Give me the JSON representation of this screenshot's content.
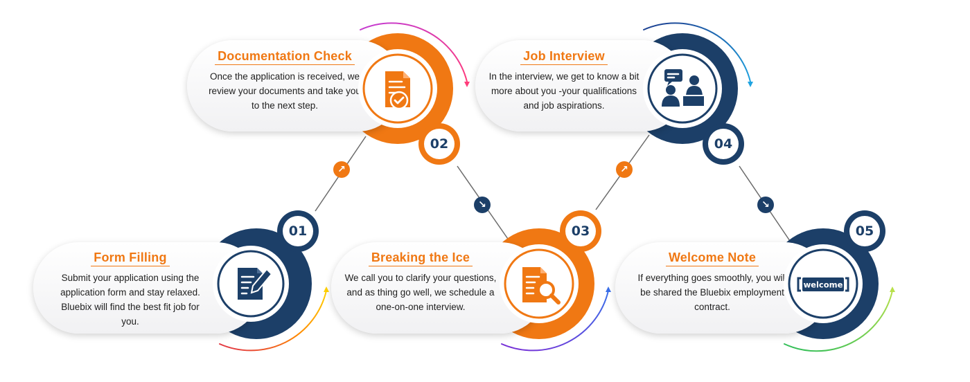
{
  "colors": {
    "orange": "#f07813",
    "navy": "#1c3f68"
  },
  "steps": [
    {
      "number": "01",
      "title": "Form Filling",
      "description": "Submit your application using the application form and stay relaxed. Bluebix will find the best fit job for you.",
      "icon": "form-pen-icon"
    },
    {
      "number": "02",
      "title": "Documentation Check",
      "description": "Once the application is received, we review your documents and take you to the next step.",
      "icon": "document-check-icon"
    },
    {
      "number": "03",
      "title": "Breaking the Ice",
      "description": "We call you to clarify your questions, and as thing go well, we schedule a one-on-one interview.",
      "icon": "document-search-icon"
    },
    {
      "number": "04",
      "title": "Job Interview",
      "description": "In the interview, we get to know a bit more about you -your qualifications and job aspirations.",
      "icon": "interview-icon"
    },
    {
      "number": "05",
      "title": "Welcome Note",
      "description": "If everything goes smoothly, you will be shared the Bluebix employment contract.",
      "icon": "welcome-sign-icon",
      "icon_text": "welcome"
    }
  ],
  "connectors": [
    {
      "direction": "up",
      "icon": "arrow-up-right-icon"
    },
    {
      "direction": "down",
      "icon": "arrow-down-right-icon"
    },
    {
      "direction": "up",
      "icon": "arrow-up-right-icon"
    },
    {
      "direction": "down",
      "icon": "arrow-down-right-icon"
    }
  ]
}
